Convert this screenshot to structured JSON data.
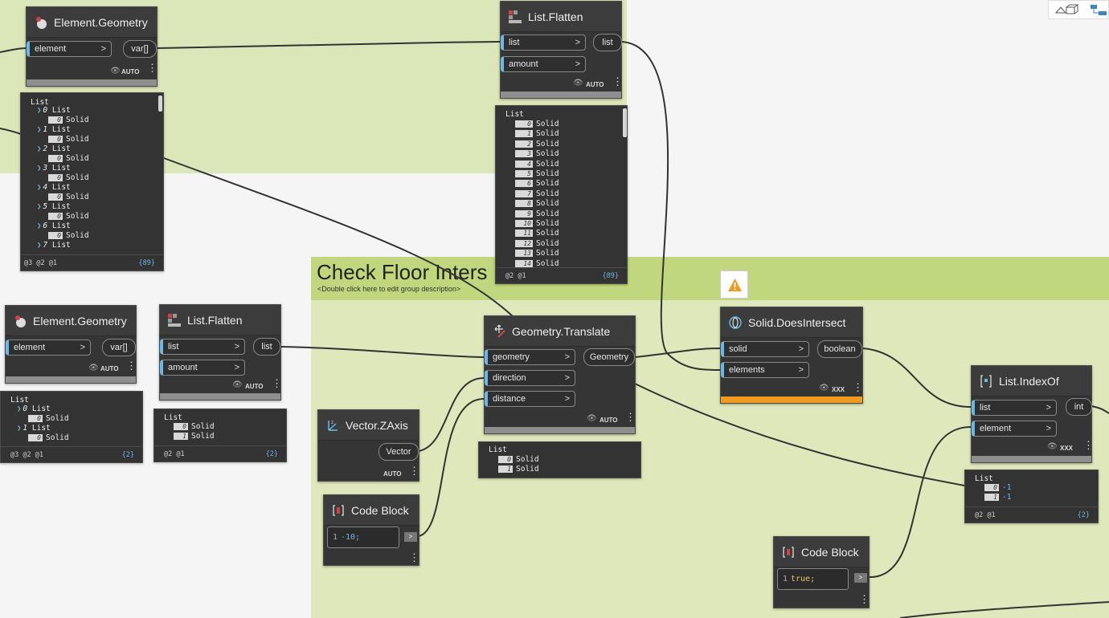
{
  "groups": {
    "check_floor": {
      "title": "Check Floor Inters",
      "description": "<Double click here to edit group description>"
    }
  },
  "colors": {
    "group_top": "#dce7b9",
    "group_main": "#dfe8bb",
    "group_header": "#c1d77e",
    "node_bg": "#353535",
    "port_accent": "#6ab7e8",
    "warning": "#f09a1f",
    "count_text": "#6ab7e8",
    "code_number": "#6ab7e8",
    "code_keyword": "#e9c46a",
    "wire": "#333333"
  },
  "lacing": {
    "auto": "AUTO",
    "xxx": "XXX"
  },
  "nodes": {
    "geo1": {
      "title": "Element.Geometry",
      "inputs": [
        "element"
      ],
      "outputs": [
        "var[]"
      ],
      "icon": "element-geometry-icon"
    },
    "flat1": {
      "title": "List.Flatten",
      "inputs": [
        "list",
        "amount"
      ],
      "outputs": [
        "list"
      ],
      "icon": "list-flatten-icon"
    },
    "geo2": {
      "title": "Element.Geometry",
      "inputs": [
        "element"
      ],
      "outputs": [
        "var[]"
      ],
      "icon": "element-geometry-icon"
    },
    "flat2": {
      "title": "List.Flatten",
      "inputs": [
        "list",
        "amount"
      ],
      "outputs": [
        "list"
      ],
      "icon": "list-flatten-icon"
    },
    "translate": {
      "title": "Geometry.Translate",
      "inputs": [
        "geometry",
        "direction",
        "distance"
      ],
      "outputs": [
        "Geometry"
      ],
      "icon": "geometry-translate-icon"
    },
    "zaxis": {
      "title": "Vector.ZAxis",
      "outputs": [
        "Vector"
      ],
      "icon": "vector-zaxis-icon"
    },
    "code1": {
      "title": "Code Block",
      "line_number": "1",
      "code": "-10;",
      "output": ">",
      "icon": "code-block-icon"
    },
    "intersect": {
      "title": "Solid.DoesIntersect",
      "inputs": [
        "solid",
        "elements"
      ],
      "outputs": [
        "boolean"
      ],
      "icon": "solid-intersect-icon"
    },
    "indexof": {
      "title": "List.IndexOf",
      "inputs": [
        "list",
        "element"
      ],
      "outputs": [
        "int"
      ],
      "icon": "list-indexof-icon"
    },
    "code2": {
      "title": "Code Block",
      "line_number": "1",
      "code": "true;",
      "output": ">",
      "icon": "code-block-icon"
    }
  },
  "previews": {
    "geo1": {
      "header": "List",
      "rows": [
        {
          "idx": "0",
          "label": "List"
        },
        {
          "idx": "0",
          "label": "Solid"
        },
        {
          "idx": "1",
          "label": "List"
        },
        {
          "idx": "0",
          "label": "Solid"
        },
        {
          "idx": "2",
          "label": "List"
        },
        {
          "idx": "0",
          "label": "Solid"
        },
        {
          "idx": "3",
          "label": "List"
        },
        {
          "idx": "0",
          "label": "Solid"
        },
        {
          "idx": "4",
          "label": "List"
        },
        {
          "idx": "0",
          "label": "Solid"
        },
        {
          "idx": "5",
          "label": "List"
        },
        {
          "idx": "0",
          "label": "Solid"
        },
        {
          "idx": "6",
          "label": "List"
        },
        {
          "idx": "0",
          "label": "Solid"
        },
        {
          "idx": "7",
          "label": "List"
        }
      ],
      "levels": "@3 @2 @1",
      "count": "{89}"
    },
    "flat1": {
      "header": "List",
      "rows": [
        {
          "idx": "0",
          "label": "Solid"
        },
        {
          "idx": "1",
          "label": "Solid"
        },
        {
          "idx": "2",
          "label": "Solid"
        },
        {
          "idx": "3",
          "label": "Solid"
        },
        {
          "idx": "4",
          "label": "Solid"
        },
        {
          "idx": "5",
          "label": "Solid"
        },
        {
          "idx": "6",
          "label": "Solid"
        },
        {
          "idx": "7",
          "label": "Solid"
        },
        {
          "idx": "8",
          "label": "Solid"
        },
        {
          "idx": "9",
          "label": "Solid"
        },
        {
          "idx": "10",
          "label": "Solid"
        },
        {
          "idx": "11",
          "label": "Solid"
        },
        {
          "idx": "12",
          "label": "Solid"
        },
        {
          "idx": "13",
          "label": "Solid"
        },
        {
          "idx": "14",
          "label": "Solid"
        }
      ],
      "levels": "@2 @1",
      "count": "{89}"
    },
    "geo2": {
      "header": "List",
      "rows": [
        {
          "idx": "0",
          "label": "List"
        },
        {
          "idx": "0",
          "label": "Solid"
        },
        {
          "idx": "1",
          "label": "List"
        },
        {
          "idx": "0",
          "label": "Solid"
        }
      ],
      "levels": "@3 @2 @1",
      "count": "{2}"
    },
    "flat2": {
      "header": "List",
      "rows": [
        {
          "idx": "0",
          "label": "Solid"
        },
        {
          "idx": "1",
          "label": "Solid"
        }
      ],
      "levels": "@2 @1",
      "count": "{2}"
    },
    "translate": {
      "header": "List",
      "rows": [
        {
          "idx": "0",
          "label": "Solid"
        },
        {
          "idx": "1",
          "label": "Solid"
        }
      ]
    },
    "indexof": {
      "header": "List",
      "rows": [
        {
          "idx": "0",
          "label": "-1"
        },
        {
          "idx": "1",
          "label": "-1"
        }
      ],
      "levels": "@2 @1",
      "count": "{2}"
    }
  },
  "toolbar": {
    "icons": [
      "3d-view-icon",
      "graph-view-icon"
    ]
  }
}
